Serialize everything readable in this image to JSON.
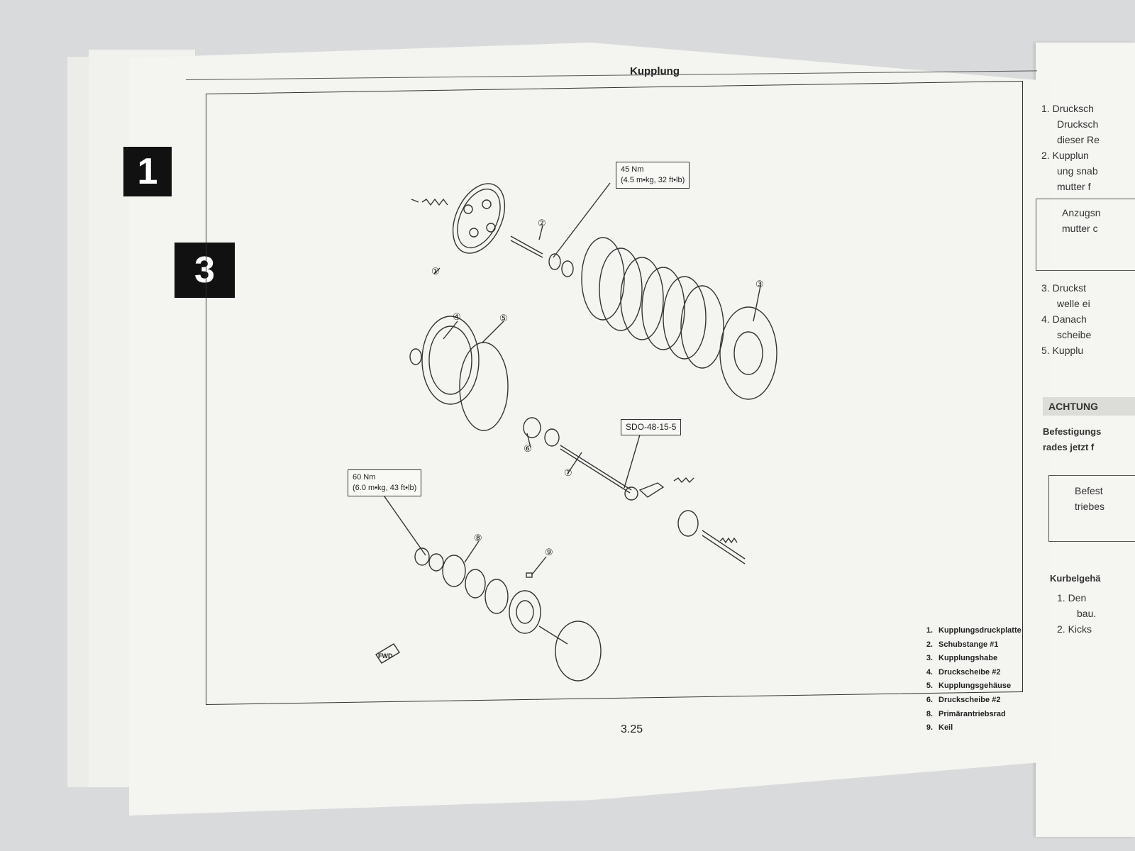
{
  "header": {
    "title": "Kupplung"
  },
  "tabs": [
    "1",
    "3"
  ],
  "callouts": {
    "torque_a": {
      "line1": "45 Nm",
      "line2": "(4.5 m•kg, 32 ft•lb)"
    },
    "torque_b": {
      "line1": "60 Nm",
      "line2": "(6.0 m•kg, 43 ft•lb)"
    },
    "ref_code": "SDO-48-15-5"
  },
  "part_labels": [
    "①",
    "②",
    "③",
    "④",
    "⑤",
    "⑥",
    "⑦",
    "⑧",
    "⑨"
  ],
  "fwd_label": "FWD",
  "legend": [
    {
      "num": "1.",
      "text": "Kupplungsdruckplatte"
    },
    {
      "num": "2.",
      "text": "Schubstange #1"
    },
    {
      "num": "3.",
      "text": "Kupplungshabe"
    },
    {
      "num": "4.",
      "text": "Druckscheibe #2"
    },
    {
      "num": "5.",
      "text": "Kupplungsgehäuse"
    },
    {
      "num": "6.",
      "text": "Druckscheibe #2"
    },
    {
      "num": "8.",
      "text": "Primärantriebsrad"
    },
    {
      "num": "9.",
      "text": "Keil"
    }
  ],
  "page_number": "3.25",
  "right_page": {
    "items": [
      {
        "num": "1.",
        "text": "Drucksch"
      },
      {
        "num": "",
        "text": "Drucksch"
      },
      {
        "num": "",
        "text": "dieser Re"
      },
      {
        "num": "2.",
        "text": "Kupplun"
      },
      {
        "num": "",
        "text": "ung snab"
      },
      {
        "num": "",
        "text": "mutter f"
      }
    ],
    "box1": [
      "Anzugsn",
      "mutter c"
    ],
    "items2": [
      {
        "num": "3.",
        "text": "Druckst"
      },
      {
        "num": "",
        "text": "welle ei"
      },
      {
        "num": "4.",
        "text": "Danach"
      },
      {
        "num": "",
        "text": "scheibe"
      },
      {
        "num": "5.",
        "text": "Kupplu"
      }
    ],
    "caution_title": "ACHTUNG",
    "caution_lines": [
      "Befestigungs",
      "rades jetzt f"
    ],
    "box2": [
      "Befest",
      "triebes"
    ],
    "section_title": "Kurbelgehä",
    "items3": [
      {
        "num": "1.",
        "text": "Den"
      },
      {
        "num": "",
        "text": "bau."
      },
      {
        "num": "2.",
        "text": "Kicks"
      }
    ]
  }
}
